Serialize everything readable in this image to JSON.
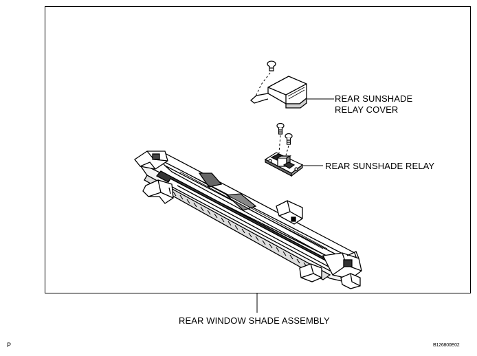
{
  "labels": {
    "cover_line1": "REAR SUNSHADE",
    "cover_line2": "RELAY COVER",
    "relay": "REAR SUNSHADE RELAY",
    "assembly": "REAR WINDOW SHADE ASSEMBLY"
  },
  "corner": {
    "left": "P",
    "right": "B126800E02"
  }
}
